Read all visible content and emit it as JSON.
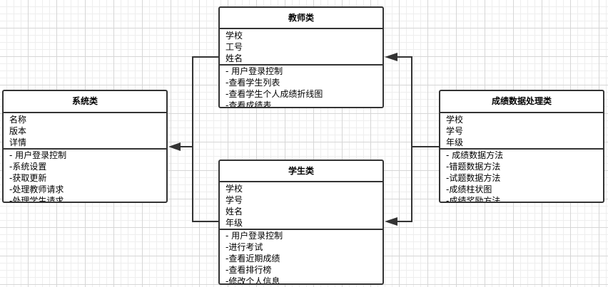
{
  "classes": {
    "system": {
      "name": "系统类",
      "attributes": [
        "名称",
        "版本",
        "详情"
      ],
      "methods": [
        "- 用户登录控制",
        "-系统设置",
        "-获取更新",
        "-处理教师请求",
        "-处理学生请求"
      ]
    },
    "teacher": {
      "name": "教师类",
      "attributes": [
        "学校",
        "工号",
        "姓名"
      ],
      "methods": [
        "- 用户登录控制",
        "-查看学生列表",
        "-查看学生个人成绩折线图",
        "-查看成绩表"
      ]
    },
    "student": {
      "name": "学生类",
      "attributes": [
        "学校",
        "学号",
        "姓名",
        "年级"
      ],
      "methods": [
        "- 用户登录控制",
        "-进行考试",
        "-查看近期成绩",
        "-查看排行榜",
        "-修改个人信息"
      ]
    },
    "score": {
      "name": "成绩数据处理类",
      "attributes": [
        "学校",
        "学号",
        "年级"
      ],
      "methods": [
        "- 成绩数据方法",
        "-错题数据方法",
        "-试题数据方法",
        "-成绩柱状图",
        "-成绩奖励方法"
      ]
    }
  },
  "colors": {
    "border": "#333333",
    "grid_major": "#d6d6d6",
    "grid_minor": "#eeeeee",
    "background": "#ffffff"
  }
}
